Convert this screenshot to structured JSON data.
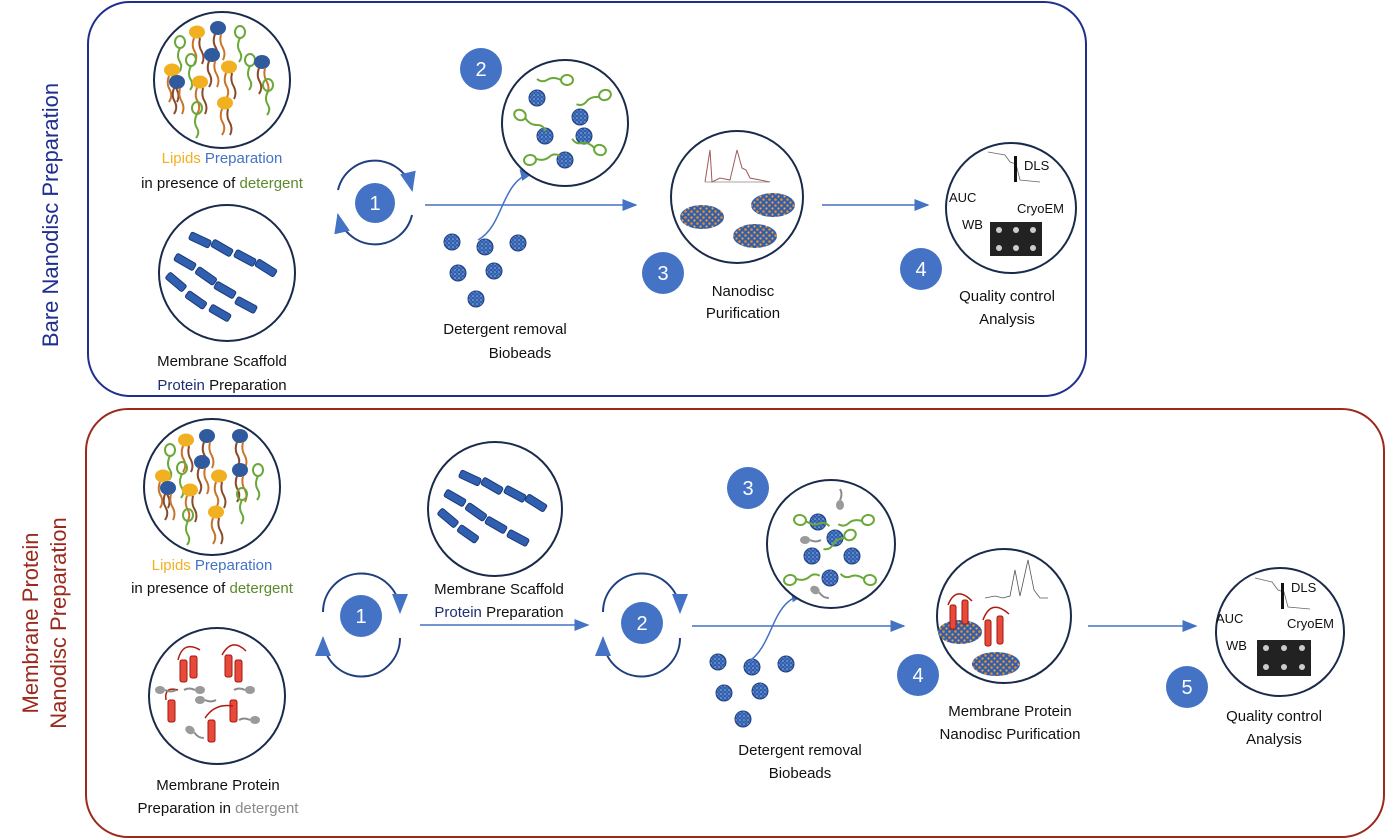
{
  "colors": {
    "top_border": "#1f2f8f",
    "bottom_border": "#9b2a1e",
    "step_circle": "#4472c4",
    "lipid_orange": "#f0b020",
    "lipid_blue": "#2f5a9e",
    "detergent_green": "#5a8a2a",
    "membrane_red": "#9b2a1e",
    "detergent_gray": "#8a8a8a",
    "scaffold_blue": "#2f5fae",
    "arrow": "#4472c4"
  },
  "top": {
    "side_title": "Bare Nanodisc Preparation",
    "lipids_word": "Lipids",
    "preparation_word": "Preparation",
    "presence_text": "in presence of ",
    "detergent_word": "detergent",
    "msp_line1": "Membrane Scaffold",
    "msp_protein": "Protein",
    "msp_prep": " Preparation",
    "step1": "1",
    "step2": "2",
    "step3": "3",
    "step4": "4",
    "removal_line1": "Detergent removal",
    "removal_line2": "Biobeads",
    "purif_line1": "Nanodisc",
    "purif_line2": "Purification",
    "qc_line1": "Quality control",
    "qc_line2": "Analysis",
    "qc_labels": [
      "DLS",
      "AUC",
      "CryoEM",
      "WB"
    ]
  },
  "bottom": {
    "side_title_line1": "Membrane Protein",
    "side_title_line2": "Nanodisc Preparation",
    "lipids_word": "Lipids",
    "preparation_word": "Preparation",
    "presence_text": "in presence of ",
    "detergent_word": "detergent",
    "mp_line1": "Membrane Protein",
    "mp_line2a": "Preparation in ",
    "mp_line2b": "detergent",
    "msp_line1": "Membrane Scaffold",
    "msp_protein": "Protein",
    "msp_prep": " Preparation",
    "step1": "1",
    "step2": "2",
    "step3": "3",
    "step4": "4",
    "step5": "5",
    "removal_line1": "Detergent removal",
    "removal_line2": "Biobeads",
    "purif_line1": "Membrane Protein",
    "purif_line2": "Nanodisc Purification",
    "qc_line1": "Quality control",
    "qc_line2": "Analysis",
    "qc_labels": [
      "DLS",
      "AUC",
      "CryoEM",
      "WB"
    ]
  }
}
